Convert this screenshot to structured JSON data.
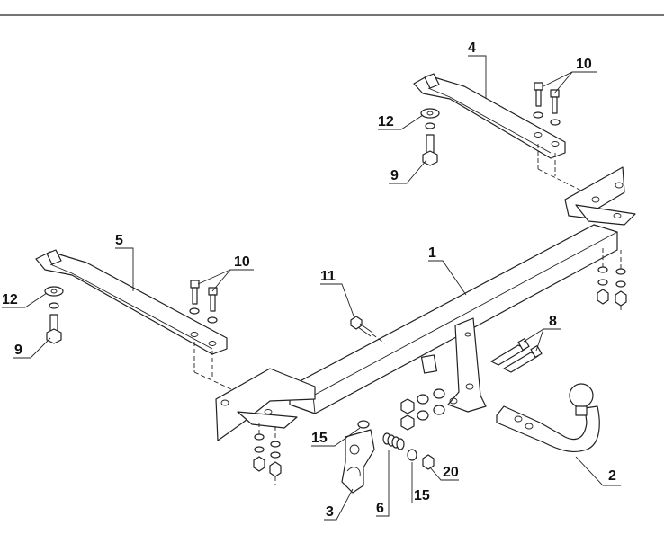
{
  "diagram": {
    "callouts": [
      {
        "id": "c-1",
        "text": "1"
      },
      {
        "id": "c-2",
        "text": "2"
      },
      {
        "id": "c-3",
        "text": "3"
      },
      {
        "id": "c-4",
        "text": "4"
      },
      {
        "id": "c-5",
        "text": "5"
      },
      {
        "id": "c-6",
        "text": "6"
      },
      {
        "id": "c-8",
        "text": "8"
      },
      {
        "id": "c-9a",
        "text": "9"
      },
      {
        "id": "c-9b",
        "text": "9"
      },
      {
        "id": "c-10a",
        "text": "10"
      },
      {
        "id": "c-10b",
        "text": "10"
      },
      {
        "id": "c-11",
        "text": "11"
      },
      {
        "id": "c-12a",
        "text": "12"
      },
      {
        "id": "c-12b",
        "text": "12"
      },
      {
        "id": "c-15a",
        "text": "15"
      },
      {
        "id": "c-15b",
        "text": "15"
      },
      {
        "id": "c-20",
        "text": "20"
      }
    ]
  }
}
